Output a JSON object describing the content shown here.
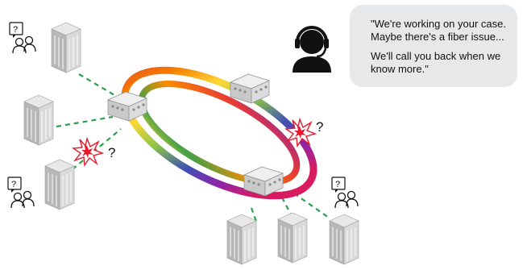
{
  "agent_message": {
    "line1": "\"We're working on your case.",
    "line2": "Maybe there's a fiber issue...",
    "line3": "We'll call you back when we",
    "line4": "know more.\""
  },
  "question_mark": "?",
  "colors": {
    "link_dashed": "#2e9e4f",
    "alert_star": "#e8192c",
    "bubble_bg": "#e6e8ea",
    "agent": "#111111",
    "building": "#bdbdbd",
    "switch": "#d4d4d4"
  },
  "icons": [
    "user-question-icon",
    "building-icon",
    "switch-icon",
    "support-agent-icon",
    "alert-burst-icon",
    "speech-bubble"
  ]
}
